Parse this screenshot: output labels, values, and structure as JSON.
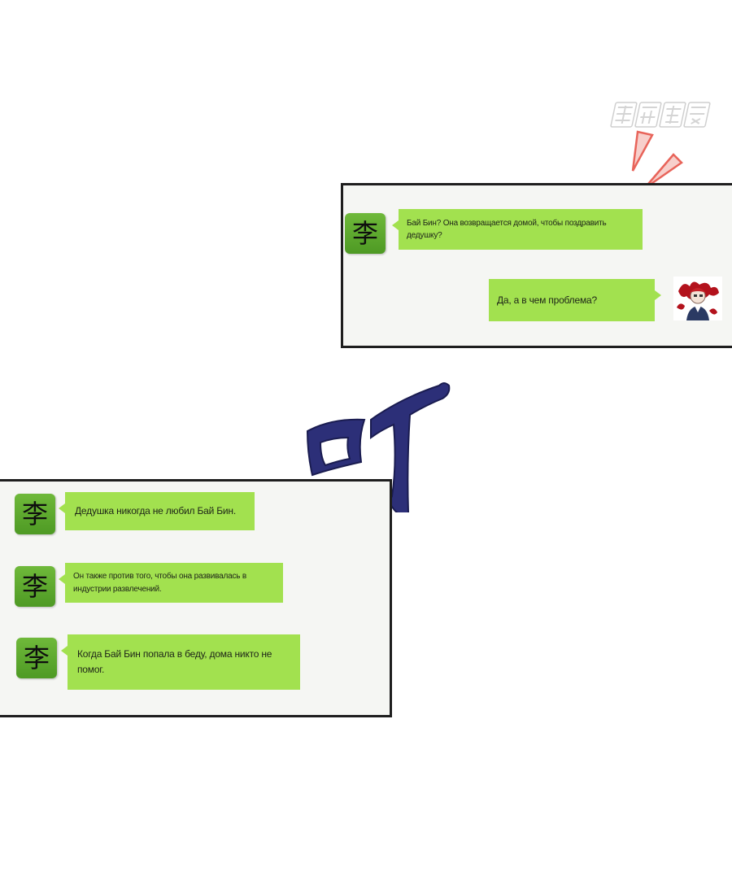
{
  "watermark": {
    "name": "logo-watermark"
  },
  "sound_effect": {
    "glyph": "叮",
    "color": "#2c2f78"
  },
  "colors": {
    "bubble": "#a2e14f",
    "avatar": "#5ba82e",
    "panel_bg": "#f5f6f3",
    "burst": "#e8645a"
  },
  "top_chat": {
    "messages": [
      {
        "sender": "other",
        "avatar_char": "李",
        "text": "Бай Бин? Она возвращается домой, чтобы поздравить дедушку?"
      },
      {
        "sender": "self",
        "avatar": "user-avatar-icon",
        "text": "Да, а в чем проблема?"
      }
    ]
  },
  "bottom_chat": {
    "messages": [
      {
        "sender": "other",
        "avatar_char": "李",
        "text": "Дедушка никогда не любил Бай Бин."
      },
      {
        "sender": "other",
        "avatar_char": "李",
        "text": "Он также против того, чтобы она развивалась в индустрии развлечений."
      },
      {
        "sender": "other",
        "avatar_char": "李",
        "text": "Когда Бай Бин попала в беду, дома никто не помог."
      }
    ]
  }
}
